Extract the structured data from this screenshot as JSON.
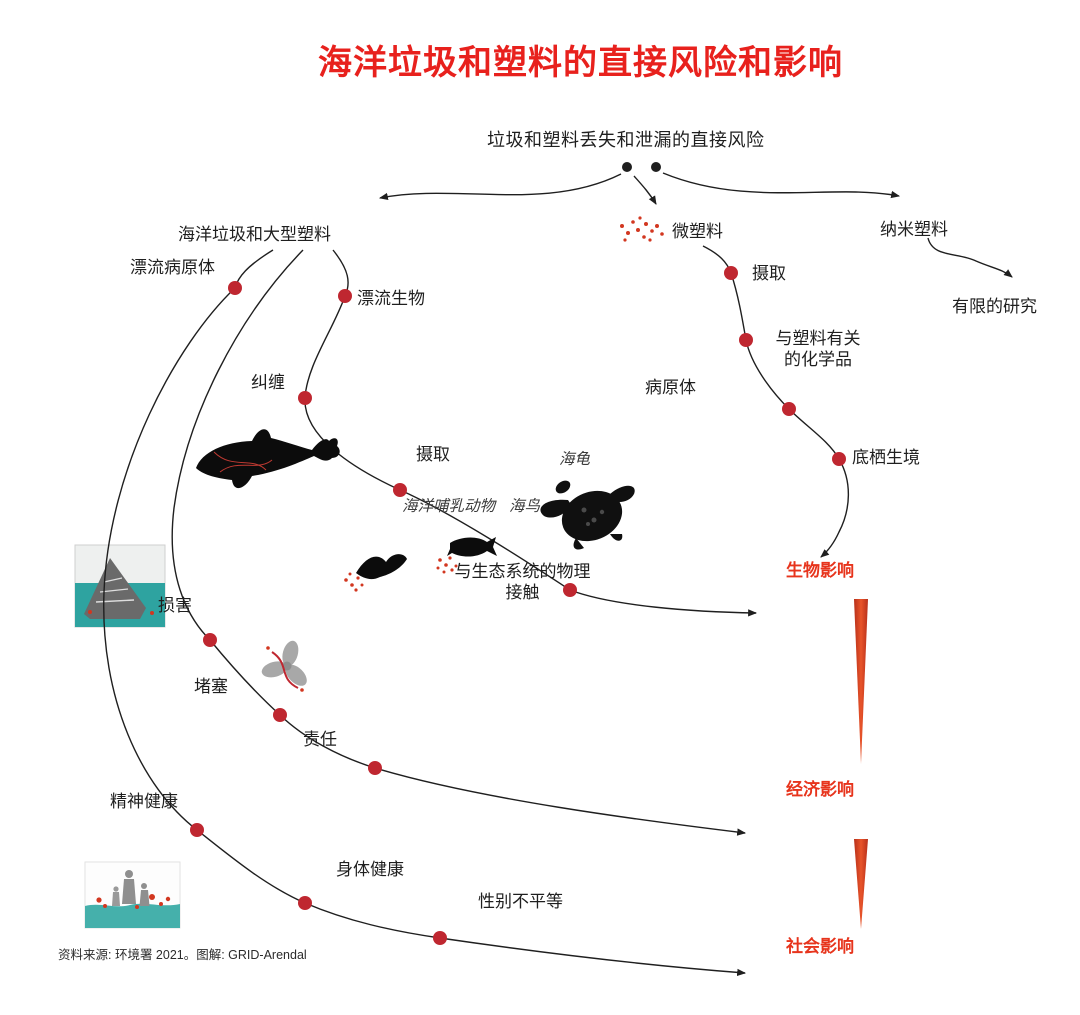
{
  "title": "海洋垃圾和塑料的直接风险和影响",
  "header": "垃圾和塑料丢失和泄漏的直接风险",
  "branches": {
    "macroplastics": "海洋垃圾和大型塑料",
    "microplastics": "微塑料",
    "nanoplastics": "纳米塑料",
    "limited_research": "有限的研究"
  },
  "risks": {
    "drifting_pathogens": "漂流病原体",
    "drifting_organisms": "漂流生物",
    "entanglement": "纠缠",
    "ingestion_macro": "摄取",
    "ingestion_micro": "摄取",
    "plastic_chemicals": "与塑料有关\n的化学品",
    "pathogens": "病原体",
    "benthic_habitat": "底栖生境",
    "physical_contact": "与生态系统的物理\n接触",
    "damage": "损害",
    "blockage": "堵塞",
    "liability": "责任",
    "mental_health": "精神健康",
    "physical_health": "身体健康",
    "gender_inequality": "性别不平等"
  },
  "species": {
    "sea_turtle": "海龟",
    "marine_mammals": "海洋哺乳动物",
    "seabirds": "海鸟"
  },
  "impacts": {
    "biological": "生物影响",
    "economic": "经济影响",
    "social": "社会影响"
  },
  "source": "资料来源: 环境署 2021。图解: GRID-Arendal",
  "colors": {
    "title_red": "#e8211d",
    "node_red": "#bf2730",
    "impact_red": "#e7341c",
    "ink": "#1f1f1f",
    "teal": "#34a7a2"
  }
}
